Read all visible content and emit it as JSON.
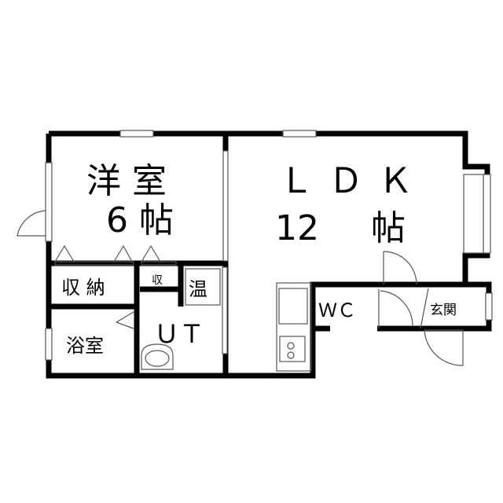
{
  "plan": {
    "western_room": {
      "name": "洋 室",
      "size": "6 帖"
    },
    "ldk": {
      "name": "ＬＤＫ",
      "size_num": "12",
      "size_unit": "帖"
    },
    "closet": "収 納",
    "small_closet": "収",
    "water_heater": "温",
    "bath": "浴室",
    "utility": "ＵＴ",
    "toilet": "ＷＣ",
    "entrance": "玄関"
  },
  "colors": {
    "wall": "#000000",
    "line": "#555555",
    "window": "#ffffff"
  }
}
